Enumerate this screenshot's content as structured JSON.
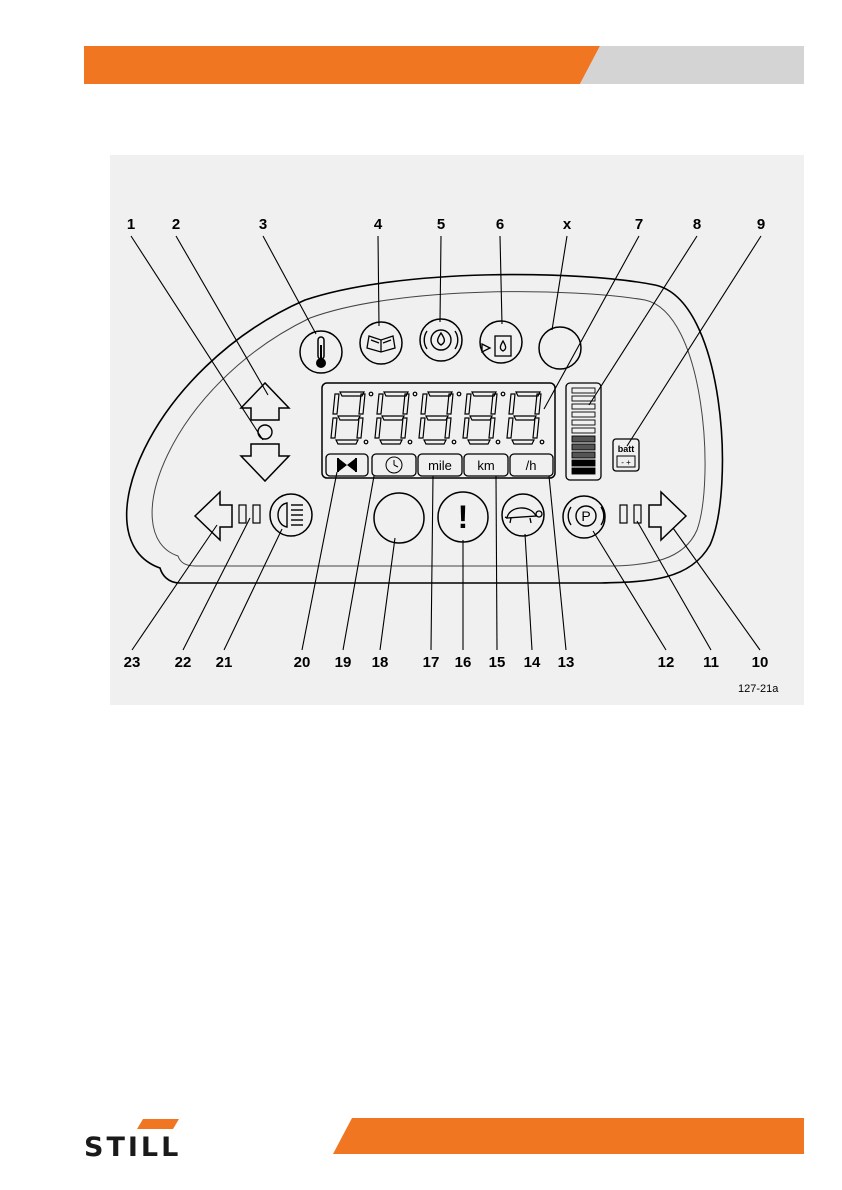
{
  "colors": {
    "accent": "#f07622",
    "header_gray": "#d4d4d4",
    "figure_bg": "#f0f0f0"
  },
  "callouts_top": [
    "1",
    "2",
    "3",
    "4",
    "5",
    "6",
    "x",
    "7",
    "8",
    "9"
  ],
  "callouts_bottom": [
    "23",
    "22",
    "21",
    "20",
    "19",
    "18",
    "17",
    "16",
    "15",
    "14",
    "13",
    "12",
    "11",
    "10"
  ],
  "display": {
    "unit_labels": [
      "mile",
      "km",
      "/h"
    ],
    "battery_label": "batt",
    "battery_terminals": "- +",
    "parking_letter": "P",
    "warning_symbol": "!"
  },
  "figure_code": "127-21a",
  "logo": {
    "text": "STILL"
  },
  "icons": [
    "temperature-icon",
    "manual-book-icon",
    "brake-fluid-icon",
    "oil-level-icon",
    "battery-icon",
    "turtle-icon",
    "parking-brake-icon",
    "headlight-icon",
    "hourglass-icon",
    "clock-icon",
    "warning-icon"
  ]
}
